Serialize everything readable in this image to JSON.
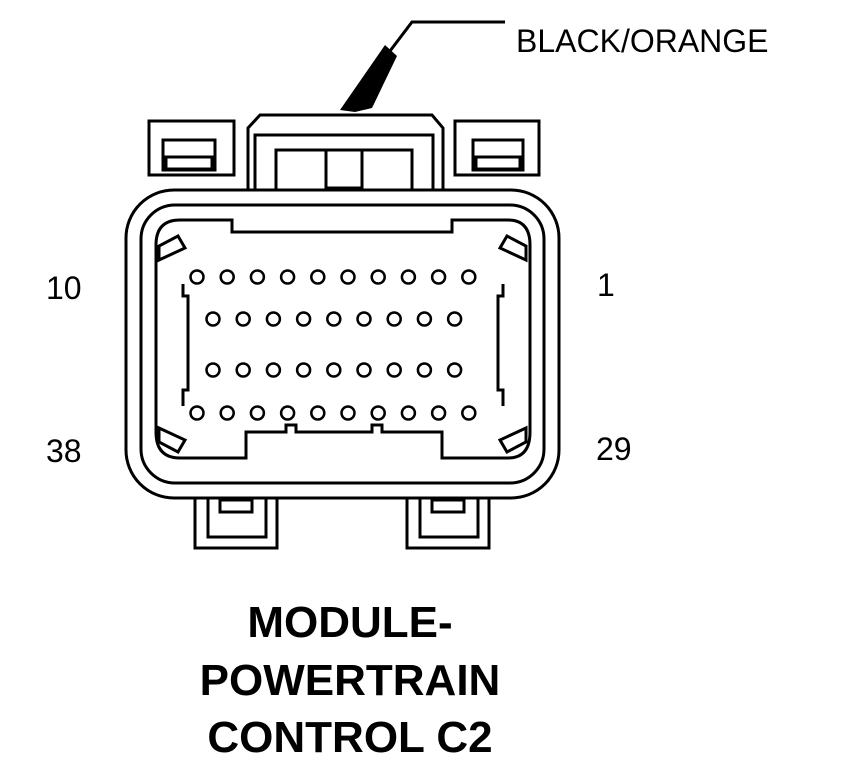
{
  "connector": {
    "color_label": "BLACK/ORANGE",
    "title_lines": [
      "MODULE-",
      "POWERTRAIN",
      "CONTROL C2"
    ],
    "pin_labels": {
      "top_left": "10",
      "top_right": "1",
      "bottom_left": "38",
      "bottom_right": "29"
    },
    "pin_rows": [
      10,
      9,
      9,
      10
    ],
    "total_pins": 38
  },
  "colors": {
    "line": "#000000",
    "background": "#ffffff"
  }
}
